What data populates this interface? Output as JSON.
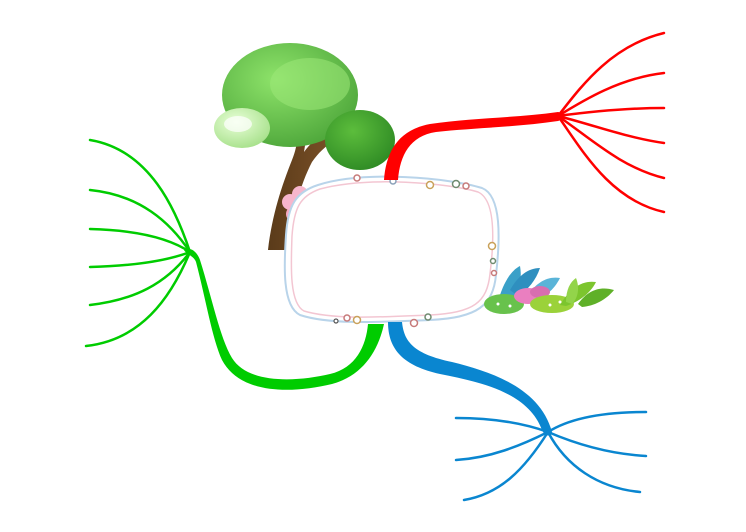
{
  "diagram": {
    "type": "mind-map",
    "central_topic": {
      "label": "",
      "frame_color": "#c8d8e8",
      "decorations": [
        "tree-illustration",
        "flower-illustration",
        "bush-illustration"
      ]
    },
    "branches": [
      {
        "id": "red",
        "color": "#ff0000",
        "label": "",
        "sub_branch_count": 6
      },
      {
        "id": "green",
        "color": "#00cc00",
        "label": "",
        "sub_branch_count": 6
      },
      {
        "id": "blue",
        "color": "#0a86d0",
        "label": "",
        "sub_branch_count": 6
      }
    ]
  }
}
